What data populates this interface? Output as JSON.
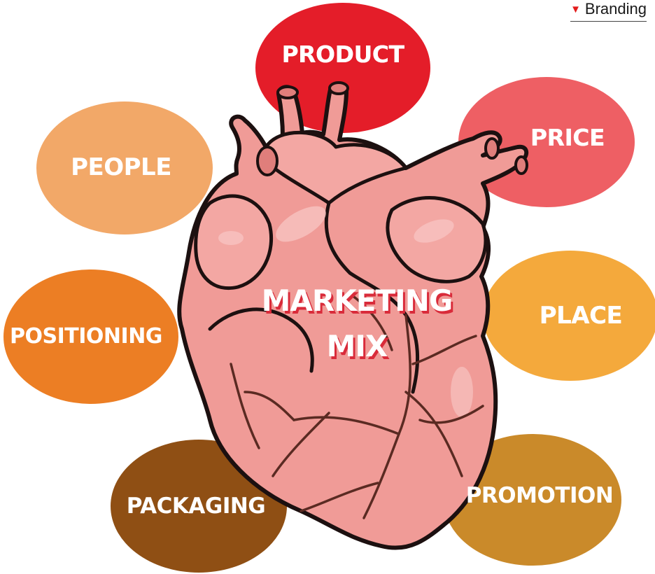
{
  "branding": {
    "label": "Branding"
  },
  "center": {
    "line1": "MARKETING",
    "line2": "MIX"
  },
  "elements": [
    {
      "id": "product",
      "label": "PRODUCT",
      "color": "#e41d29"
    },
    {
      "id": "price",
      "label": "PRICE",
      "color": "#ee5f64"
    },
    {
      "id": "people",
      "label": "PEOPLE",
      "color": "#f2a868"
    },
    {
      "id": "place",
      "label": "PLACE",
      "color": "#f4a93c"
    },
    {
      "id": "positioning",
      "label": "POSITIONING",
      "color": "#ec7e24"
    },
    {
      "id": "promotion",
      "label": "PROMOTION",
      "color": "#ca8a2a"
    },
    {
      "id": "packaging",
      "label": "PACKAGING",
      "color": "#8f4f14"
    }
  ],
  "colors": {
    "heart_fill": "#f09b97",
    "heart_shade": "#e07e7b",
    "heart_outline": "#1c1010",
    "vein": "#5a2a22",
    "text_shadow": "#d92b3a"
  }
}
